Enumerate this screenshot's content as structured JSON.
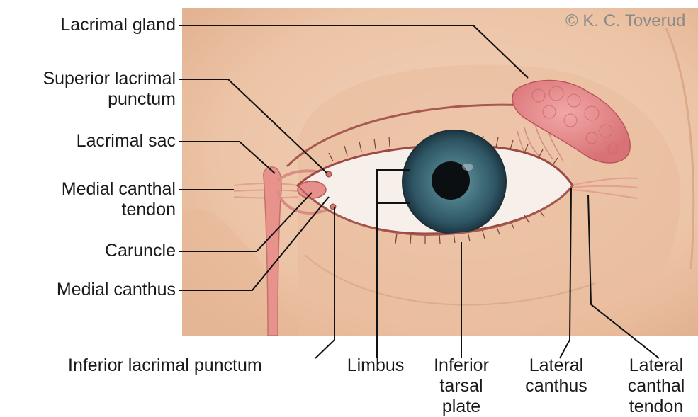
{
  "copyright": "© K. C. Toverud",
  "labels": {
    "lacrimal_gland": "Lacrimal gland",
    "superior_punctum": [
      "Superior lacrimal",
      "punctum"
    ],
    "lacrimal_sac": "Lacrimal sac",
    "medial_canthal_tendon": [
      "Medial canthal",
      "tendon"
    ],
    "caruncle": "Caruncle",
    "medial_canthus": "Medial canthus",
    "inferior_punctum": "Inferior lacrimal punctum",
    "limbus": "Limbus",
    "inferior_tarsal_plate": [
      "Inferior",
      "tarsal",
      "plate"
    ],
    "lateral_canthus": [
      "Lateral",
      "canthus"
    ],
    "lateral_canthal_tendon": [
      "Lateral",
      "canthal",
      "tendon"
    ]
  },
  "colors": {
    "skin": "#efc9ad",
    "skin_shadow": "#e3b08f",
    "gland": "#e8878a",
    "duct": "#e39a94",
    "iris": "#3f6f7c",
    "pupil": "#0b0f12",
    "sclera": "#f7efe9",
    "leader": "#111111"
  }
}
